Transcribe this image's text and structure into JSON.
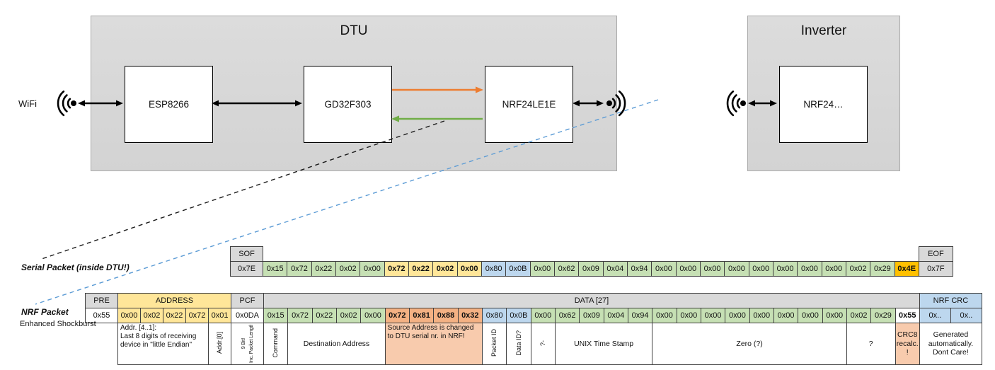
{
  "colors": {
    "orange_arrow": "#ED7D31",
    "green_arrow": "#70AD47",
    "blue_dashed": "#5B9BD5",
    "header_gray": "#D9D9D9",
    "cell_green": "#C6E0B4",
    "cell_yellow": "#FFE699",
    "cell_orange": "#F4B183",
    "cell_blue": "#BDD7EE",
    "cell_gold": "#FFC000",
    "cell_salmon": "#F8CBAD"
  },
  "diagram": {
    "wifi_label": "WiFi",
    "icons": [
      "wifi-signal-left",
      "wifi-signal-right",
      "wifi-signal-inverter"
    ],
    "dtu": {
      "title": "DTU",
      "chips": [
        "ESP8266",
        "GD32F303",
        "NRF24LE1E"
      ]
    },
    "inverter": {
      "title": "Inverter",
      "chips": [
        "NRF24…"
      ]
    }
  },
  "serial_packet": {
    "label": "Serial Packet (inside DTU!)",
    "sof_header": "SOF",
    "sof_value": "0x7E",
    "eof_header": "EOF",
    "eof_value": "0x7F",
    "bytes": [
      {
        "v": "0x15",
        "c": "g"
      },
      {
        "v": "0x72",
        "c": "g"
      },
      {
        "v": "0x22",
        "c": "g"
      },
      {
        "v": "0x02",
        "c": "g"
      },
      {
        "v": "0x00",
        "c": "g"
      },
      {
        "v": "0x72",
        "c": "yb"
      },
      {
        "v": "0x22",
        "c": "yb"
      },
      {
        "v": "0x02",
        "c": "yb"
      },
      {
        "v": "0x00",
        "c": "yb"
      },
      {
        "v": "0x80",
        "c": "b"
      },
      {
        "v": "0x0B",
        "c": "b"
      },
      {
        "v": "0x00",
        "c": "g"
      },
      {
        "v": "0x62",
        "c": "g"
      },
      {
        "v": "0x09",
        "c": "g"
      },
      {
        "v": "0x04",
        "c": "g"
      },
      {
        "v": "0x94",
        "c": "g"
      },
      {
        "v": "0x00",
        "c": "g"
      },
      {
        "v": "0x00",
        "c": "g"
      },
      {
        "v": "0x00",
        "c": "g"
      },
      {
        "v": "0x00",
        "c": "g"
      },
      {
        "v": "0x00",
        "c": "g"
      },
      {
        "v": "0x00",
        "c": "g"
      },
      {
        "v": "0x00",
        "c": "g"
      },
      {
        "v": "0x00",
        "c": "g"
      },
      {
        "v": "0x02",
        "c": "g"
      },
      {
        "v": "0x29",
        "c": "g"
      },
      {
        "v": "0x4E",
        "c": "gold"
      }
    ]
  },
  "nrf_packet": {
    "label": "NRF Packet",
    "sublabel": "Enhanced Shockburst",
    "pre_header": "PRE",
    "pre_value": "0x55",
    "address_header": "ADDRESS",
    "address_values": [
      "0x00",
      "0x02",
      "0x22",
      "0x72",
      "0x01"
    ],
    "pcf_header": "PCF",
    "pcf_value": "0x0DA",
    "data_header": "DATA [27]",
    "crc_header": "NRF CRC",
    "crc_values": [
      "0x..",
      "0x.."
    ],
    "bytes": [
      {
        "v": "0x15",
        "c": "g"
      },
      {
        "v": "0x72",
        "c": "g"
      },
      {
        "v": "0x22",
        "c": "g"
      },
      {
        "v": "0x02",
        "c": "g"
      },
      {
        "v": "0x00",
        "c": "g"
      },
      {
        "v": "0x72",
        "c": "ob"
      },
      {
        "v": "0x81",
        "c": "ob"
      },
      {
        "v": "0x88",
        "c": "ob"
      },
      {
        "v": "0x32",
        "c": "ob"
      },
      {
        "v": "0x80",
        "c": "b"
      },
      {
        "v": "0x0B",
        "c": "b"
      },
      {
        "v": "0x00",
        "c": "g"
      },
      {
        "v": "0x62",
        "c": "g"
      },
      {
        "v": "0x09",
        "c": "g"
      },
      {
        "v": "0x04",
        "c": "g"
      },
      {
        "v": "0x94",
        "c": "g"
      },
      {
        "v": "0x00",
        "c": "g"
      },
      {
        "v": "0x00",
        "c": "g"
      },
      {
        "v": "0x00",
        "c": "g"
      },
      {
        "v": "0x00",
        "c": "g"
      },
      {
        "v": "0x00",
        "c": "g"
      },
      {
        "v": "0x00",
        "c": "g"
      },
      {
        "v": "0x00",
        "c": "g"
      },
      {
        "v": "0x00",
        "c": "g"
      },
      {
        "v": "0x02",
        "c": "g"
      },
      {
        "v": "0x29",
        "c": "g"
      },
      {
        "v": "0x55",
        "c": "wb"
      }
    ]
  },
  "annotations": [
    {
      "text": "",
      "span": 1,
      "cls": "nob",
      "name": "annotation-spacer"
    },
    {
      "text": "Addr. [4..1]:\nLast 8 digits of receiving device in \"little Endian\"",
      "span": 4,
      "align": "left",
      "name": "annotation-address"
    },
    {
      "text": "Addr.[0]",
      "span": 1,
      "vertical": true,
      "name": "annotation-addr0"
    },
    {
      "lines": [
        "9 Bit!",
        "Inc. Packet Length"
      ],
      "span": 1,
      "vertical": true,
      "name": "annotation-pcf"
    },
    {
      "text": "Command",
      "span": 1,
      "vertical": true,
      "name": "annotation-command"
    },
    {
      "text": "Destination Address",
      "span": 4,
      "name": "annotation-destination-address"
    },
    {
      "text": "Source Address is changed to DTU serial nr. in NRF!",
      "span": 4,
      "cls": "salmon",
      "align": "left",
      "name": "annotation-source-address"
    },
    {
      "text": "Packet ID",
      "span": 1,
      "vertical": true,
      "name": "annotation-packet-id"
    },
    {
      "text": "Data ID?",
      "span": 1,
      "vertical": true,
      "name": "annotation-data-id"
    },
    {
      "text": "?-",
      "span": 1,
      "vertical": true,
      "name": "annotation-unknown-vert"
    },
    {
      "text": "UNIX Time Stamp",
      "span": 4,
      "name": "annotation-unix-timestamp"
    },
    {
      "text": "Zero (?)",
      "span": 8,
      "name": "annotation-zero"
    },
    {
      "text": "?",
      "span": 2,
      "name": "annotation-question"
    },
    {
      "text": "CRC8 recalc. !",
      "span": 1,
      "cls": "salmon",
      "name": "annotation-crc8"
    },
    {
      "text": "Generated automatically. Dont Care!",
      "span": 2,
      "name": "annotation-nrf-crc"
    }
  ]
}
